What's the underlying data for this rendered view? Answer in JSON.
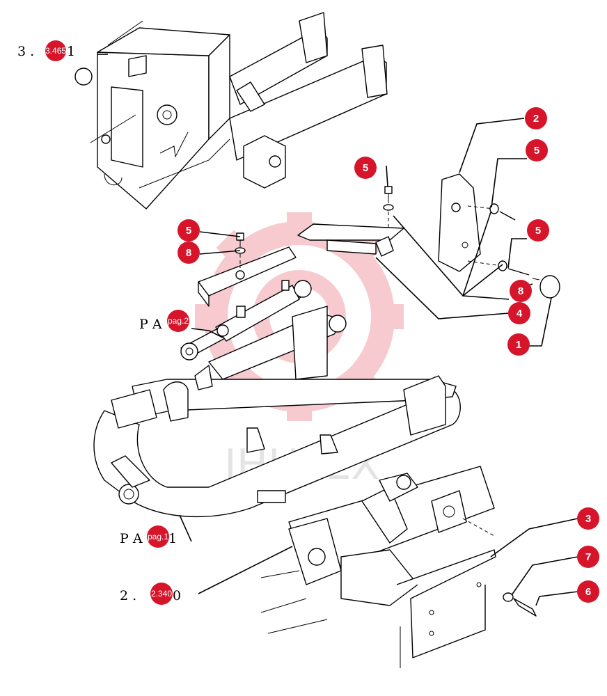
{
  "callouts": {
    "c1": "1",
    "c2": "2",
    "c3": "3",
    "c4": "4",
    "c5a": "5",
    "c5b": "5",
    "c5c": "5",
    "c5d": "5",
    "c6": "6",
    "c7": "7",
    "c8a": "8",
    "c8b": "8"
  },
  "references": {
    "ref_top": {
      "prefix": "3 . ",
      "badge": "3.465",
      "suffix": " 1"
    },
    "ref_pa2": {
      "prefix": "P A ",
      "badge": "pag.2",
      "suffix": ""
    },
    "ref_pa1": {
      "prefix": "P A ",
      "badge": "pag.1",
      "suffix": " 1"
    },
    "ref_bottom": {
      "prefix": "2 . ",
      "badge": "2.340",
      "suffix": " 0"
    }
  },
  "watermark": {
    "text": "IHHTEX"
  },
  "colors": {
    "badge": "#d6152b",
    "watermark": "#f2b3b8",
    "line": "#000000"
  }
}
